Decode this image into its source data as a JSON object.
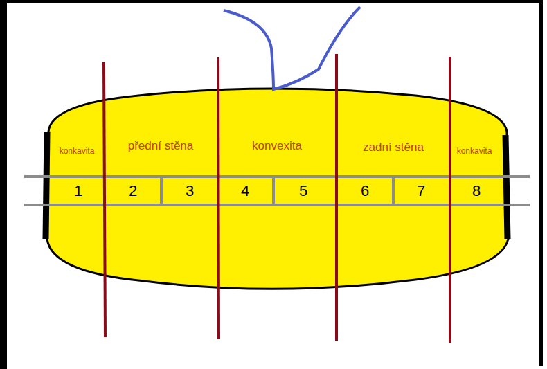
{
  "diagram": {
    "labels": [
      "konkavita",
      "přední stěna",
      "konvexita",
      "zadní stěna",
      "konkavita",
      "1",
      "2",
      "3",
      "4",
      "5",
      "6",
      "7",
      "8"
    ]
  }
}
